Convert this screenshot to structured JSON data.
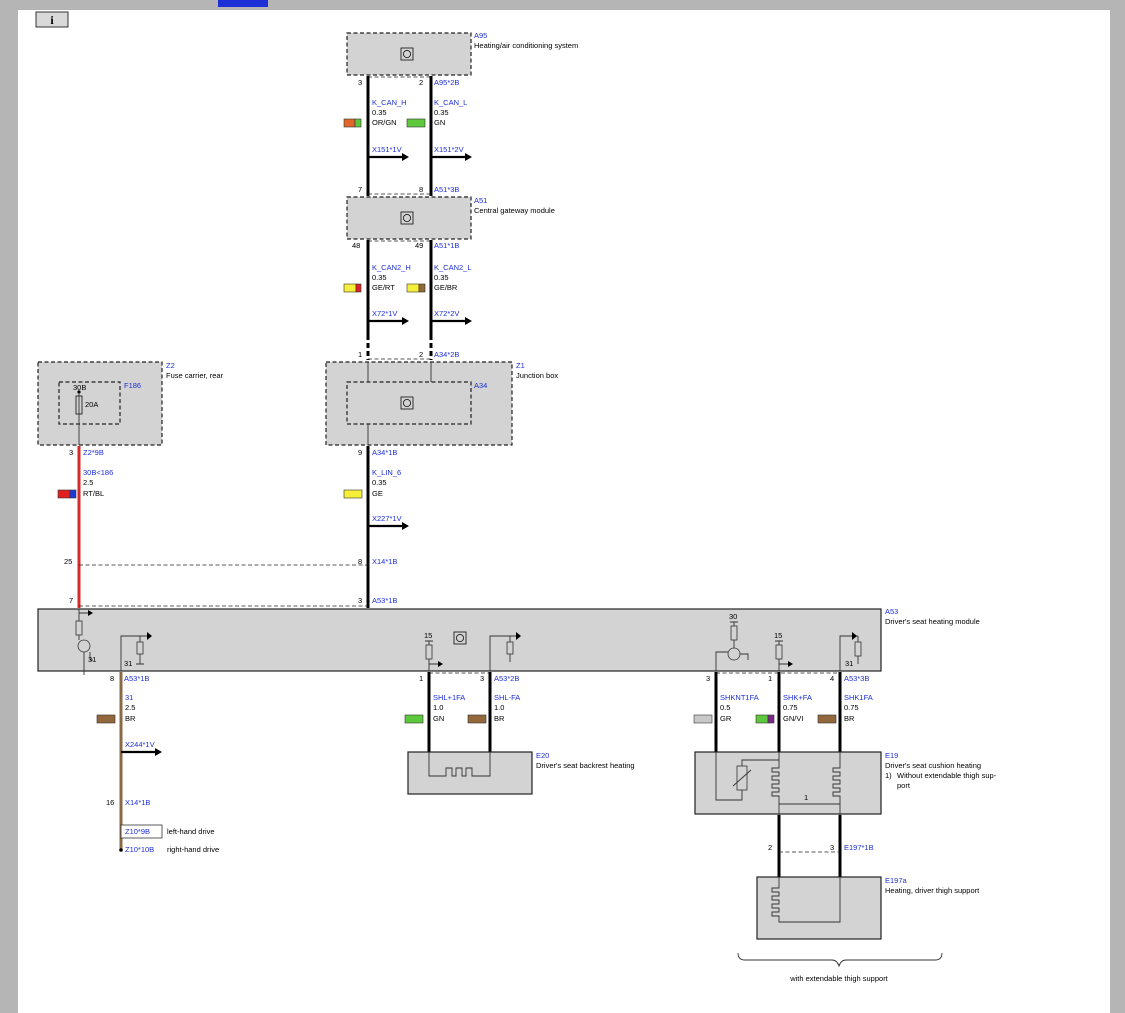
{
  "header": {
    "info_icon_label": "i"
  },
  "modules": {
    "a95": {
      "id": "A95",
      "name": "Heating/air conditioning system",
      "connector": "A95*2B"
    },
    "a51": {
      "id": "A51",
      "name": "Central gateway module",
      "connector_top": "A51*3B",
      "connector_bottom": "A51*1B"
    },
    "z1": {
      "id": "Z1",
      "name": "Junction box",
      "sub": "A34",
      "connector_top": "A34*2B",
      "connector_bottom": "A34*1B"
    },
    "z2": {
      "id": "Z2",
      "name": "Fuse carrier, rear",
      "fuse": "F186",
      "fuse_in": "30B",
      "fuse_rating": "20A",
      "connector": "Z2*9B"
    },
    "a53": {
      "id": "A53",
      "name": "Driver's seat heating module",
      "c1": "A53*1B",
      "c2": "A53*2B",
      "c3": "A53*3B"
    },
    "e20": {
      "id": "E20",
      "name": "Driver's seat backrest heating"
    },
    "e19": {
      "id": "E19",
      "name": "Driver's seat cushion heating",
      "note_num": "1)",
      "note_l1": "Without extendable thigh sup-",
      "note_l2": "port",
      "inner_num": "1"
    },
    "e197": {
      "id": "E197a",
      "name": "Heating, driver thigh support",
      "connector": "E197*1B"
    }
  },
  "wires": {
    "k_can_h": {
      "name": "K_CAN_H",
      "size": "0.35",
      "color": "OR/GN"
    },
    "k_can_l": {
      "name": "K_CAN_L",
      "size": "0.35",
      "color": "GN"
    },
    "k_can2_h": {
      "name": "K_CAN2_H",
      "size": "0.35",
      "color": "GE/RT"
    },
    "k_can2_l": {
      "name": "K_CAN2_L",
      "size": "0.35",
      "color": "GE/BR"
    },
    "k_lin_6": {
      "name": "K_LIN_6",
      "size": "0.35",
      "color": "GE"
    },
    "w30b": {
      "name": "30B<186",
      "size": "2.5",
      "color": "RT/BL"
    },
    "w31": {
      "name": "31",
      "size": "2.5",
      "color": "BR"
    },
    "shl_p": {
      "name": "SHL+1FA",
      "size": "1.0",
      "color": "GN"
    },
    "shl_m": {
      "name": "SHL-FA",
      "size": "1.0",
      "color": "BR"
    },
    "shknt": {
      "name": "SHKNT1FA",
      "size": "0.5",
      "color": "GR"
    },
    "shk_p": {
      "name": "SHK+FA",
      "size": "0.75",
      "color": "GN/VI"
    },
    "shk1": {
      "name": "SHK1FA",
      "size": "0.75",
      "color": "BR"
    }
  },
  "connectors": {
    "x151_1v": "X151*1V",
    "x151_2v": "X151*2V",
    "x72_1v": "X72*1V",
    "x72_2v": "X72*2V",
    "x227_1v": "X227*1V",
    "x14_1b": "X14*1B",
    "x244_1v": "X244*1V",
    "z10_9b": "Z10*9B",
    "z10_10b": "Z10*10B"
  },
  "pins": {
    "p3a": "3",
    "p2a": "2",
    "p7": "7",
    "p8": "8",
    "p48": "48",
    "p49": "49",
    "p1": "1",
    "p2": "2",
    "p9": "9",
    "p3": "3",
    "p25": "25",
    "p8b": "8",
    "p7b": "7",
    "p3b": "3",
    "p8c": "8",
    "p1b": "1",
    "p3c": "3",
    "p3d": "3",
    "p1c": "1",
    "p4": "4",
    "p16": "16",
    "p2e": "2",
    "p3e": "3"
  },
  "internal": {
    "v15a": "15",
    "v15b": "15",
    "v30": "30",
    "v31a": "31",
    "v31b": "31",
    "v31c": "31"
  },
  "labels": {
    "left_hand_drive": "left-hand drive",
    "right_hand_drive": "right-hand drive",
    "extendable_note": "with extendable thigh support"
  },
  "colors": {
    "wire_black": "#000000",
    "wire_red": "#d42b2b",
    "wire_brown": "#8a6a45",
    "module_fill": "#d3d3d3",
    "label_blue": "#1d2fd6",
    "orange": "#e0662a",
    "green": "#5ec83c",
    "yellow": "#f6ef3a",
    "red": "#e02020",
    "blue": "#1f39d8",
    "brown": "#93683c",
    "gray": "#c8c8c8",
    "violet": "#7a2a86",
    "frame_gray": "#b5b5b5"
  }
}
